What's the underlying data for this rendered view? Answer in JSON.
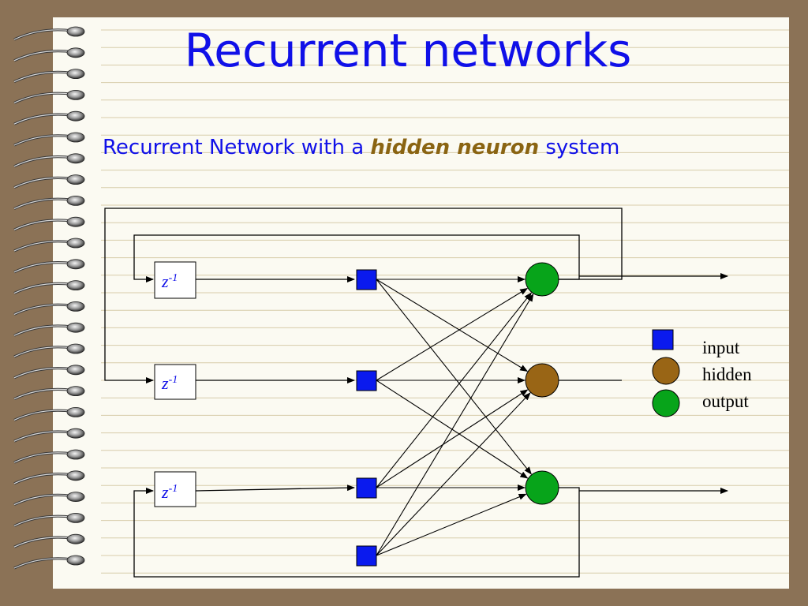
{
  "slide": {
    "title": "Recurrent networks",
    "subtitle_before": "Recurrent Network with a ",
    "subtitle_highlight": "hidden neuron",
    "subtitle_after": " system"
  },
  "diagram": {
    "delay_base": "z",
    "delay_exp": "-1",
    "legend": {
      "input": "input",
      "hidden": "hidden",
      "output": "output"
    }
  },
  "colors": {
    "background": "#8b7256",
    "paper": "#fbfaf2",
    "rule_line": "#d8ccaa",
    "title": "#1010e8",
    "highlight": "#8a6412",
    "input_node": "#0a1aee",
    "hidden_node": "#996515",
    "output_node": "#07a41a"
  }
}
